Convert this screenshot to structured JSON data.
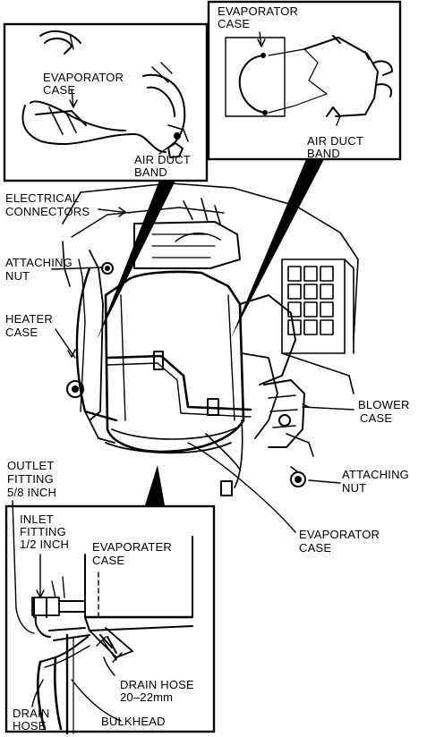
{
  "labels": {
    "tl_evap_1": "EVAPORATOR",
    "tl_evap_2": "CASE",
    "tl_band_1": "AIR DUCT",
    "tl_band_2": "BAND",
    "tr_evap_1": "EVAPORATOR",
    "tr_evap_2": "CASE",
    "tr_band_1": "AIR DUCT",
    "tr_band_2": "BAND",
    "elec_1": "ELECTRICAL",
    "elec_2": "CONNECTORS",
    "attach_nut_1": "ATTACHING",
    "attach_nut_2": "NUT",
    "heater_1": "HEATER",
    "heater_2": "CASE",
    "blower_1": "BLOWER",
    "blower_2": "CASE",
    "attach_nut_r_1": "ATTACHING",
    "attach_nut_r_2": "NUT",
    "outlet_1": "OUTLET",
    "outlet_2": "FITTING",
    "outlet_3": "5/8 INCH",
    "evap_main_1": "EVAPORATOR",
    "evap_main_2": "CASE",
    "inlet_1": "INLET",
    "inlet_2": "FITTING",
    "inlet_3": "1/2 INCH",
    "evaporater_1": "EVAPORATER",
    "evaporater_2": "CASE",
    "drain_hose_r_1": "DRAIN HOSE",
    "drain_hose_r_2": "20–22mm",
    "drain_hose_l_1": "DRAIN",
    "drain_hose_l_2": "HOSE",
    "bulkhead": "BULKHEAD"
  }
}
